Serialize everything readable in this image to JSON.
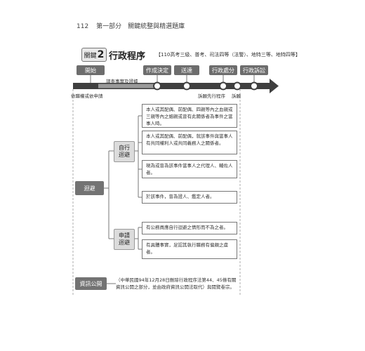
{
  "header": {
    "page": "112",
    "section": "第一部分　關鍵統整與精選題庫"
  },
  "key": {
    "label": "關鍵",
    "number": "2"
  },
  "title": "行政程序",
  "subtitle": "【110高考三級、普考、司法四等（法警）、地特三等、地特四等】",
  "stages": [
    "開始",
    "作成決定",
    "送達",
    "行政處分",
    "行政訴訟"
  ],
  "flow": {
    "investigate": "調查事實及證據",
    "label_start": "依職權或依申請",
    "label_prior": "訴願先行程序",
    "label_appeal": "訴願"
  },
  "recusal": {
    "category": "迴避",
    "self": {
      "label": "自行\n迴避",
      "items": [
        "本人或其配偶、前配偶、四親等內之血親或三親等內之姻親或曾有此關係者為事件之當事人時。",
        "本人或其配偶、前配偶，就該事件與當事人有共同權利人或共同義務人之關係者。",
        "現為或曾為該事件當事人之代理人、輔佐人者。",
        "於該事件，曾為證人、鑑定人者。"
      ]
    },
    "apply": {
      "label": "申請\n迴避",
      "items": [
        "有公務員應自行迴避之情形而不為之者。",
        "有具體事實，足認其執行職務有偏頗之虞者。"
      ]
    }
  },
  "info_disclosure": {
    "category": "資訊公開",
    "text": "（中華民國94年12月28日刪除行政程序法第44、45條有關資訊公開之部分，並由政府資訊公開法取代）與閱覽卷宗。"
  }
}
